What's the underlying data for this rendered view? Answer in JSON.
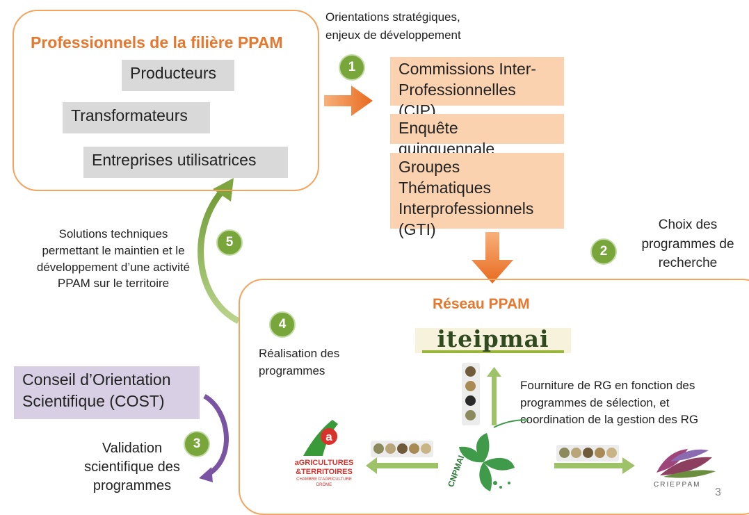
{
  "professionals": {
    "title": "Professionnels de la filière PPAM",
    "items": [
      "Producteurs",
      "Transformateurs",
      "Entreprises utilisatrices"
    ]
  },
  "orientations_caption": "Orientations stratégiques,\nenjeux de développement",
  "commissions": {
    "items": [
      "Commissions Inter-\nProfessionnelles (CIP)",
      "Enquête quinquennale",
      "Groupes Thématiques\nInterprofessionnels\n(GTI)"
    ]
  },
  "steps": {
    "one": "1",
    "two": "2",
    "three": "3",
    "four": "4",
    "five": "5"
  },
  "choix_caption": "Choix des\nprogrammes de\nrecherche",
  "solutions_caption": "Solutions techniques\npermettant le maintien et le\ndéveloppement d’une activité\nPPAM sur le territoire",
  "reseau": {
    "title": "Réseau PPAM",
    "realisation": "Réalisation des\nprogrammes",
    "fourniture": "Fourniture de RG en fonction des\nprogrammes de sélection, et\ncoordination de la gestion des RG"
  },
  "cost": {
    "label": "Conseil d’Orientation\nScientifique (COST)",
    "validation": "Validation\nscientifique des\nprogrammes"
  },
  "logos": {
    "iteipmai": "iteipmai",
    "agri_line1": "aGRICULTURES",
    "agri_line2": "&TERRITOIRES",
    "agri_line3": "CHAMBRE D'AGRICULTURE",
    "agri_line4": "DRÔME",
    "cnpmai": "CNPMAI",
    "crieppam": "CRIEPPAM"
  },
  "page_number": "3",
  "colors": {
    "frame": "#f4a45f",
    "orange_title": "#e8772e",
    "grey_box": "#d9d9d9",
    "peach_box": "#fbd2b0",
    "lavender_box": "#d8cfe4",
    "step_green": "#79a63b",
    "arrow_orange": "#ee7d2b",
    "arrow_green": "#8cb04a",
    "arrow_purple": "#7a54a3"
  }
}
